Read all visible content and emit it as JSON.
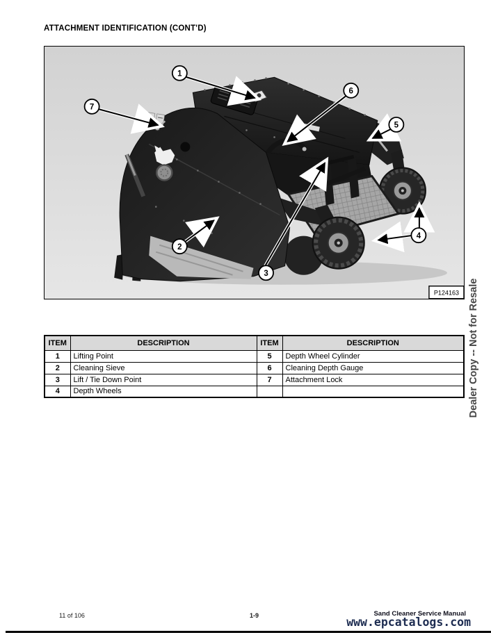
{
  "page_title": "ATTACHMENT IDENTIFICATION (CONT'D)",
  "figure": {
    "photo_label": "P124163",
    "callouts": [
      {
        "n": "1"
      },
      {
        "n": "2"
      },
      {
        "n": "3"
      },
      {
        "n": "4"
      },
      {
        "n": "5"
      },
      {
        "n": "6"
      },
      {
        "n": "7"
      }
    ]
  },
  "table": {
    "headers": [
      "ITEM",
      "DESCRIPTION",
      "ITEM",
      "DESCRIPTION"
    ],
    "rows": [
      {
        "item_l": "1",
        "desc_l": "Lifting Point",
        "item_r": "5",
        "desc_r": "Depth Wheel Cylinder"
      },
      {
        "item_l": "2",
        "desc_l": "Cleaning Sieve",
        "item_r": "6",
        "desc_r": "Cleaning Depth Gauge"
      },
      {
        "item_l": "3",
        "desc_l": "Lift / Tie Down Point",
        "item_r": "7",
        "desc_r": "Attachment Lock"
      },
      {
        "item_l": "4",
        "desc_l": "Depth Wheels",
        "item_r": "",
        "desc_r": ""
      }
    ]
  },
  "sidebar_note": "Dealer Copy -- Not for Resale",
  "footer": {
    "sheet_info": "11 of 106",
    "page_number": "1-9",
    "manual_title": "Sand Cleaner Service Manual",
    "watermark": "www.epcatalogs.com"
  },
  "colors": {
    "watermark_text": "#1e2d52",
    "table_header_bg": "#d9d9d9",
    "figure_background": "#dedede"
  }
}
